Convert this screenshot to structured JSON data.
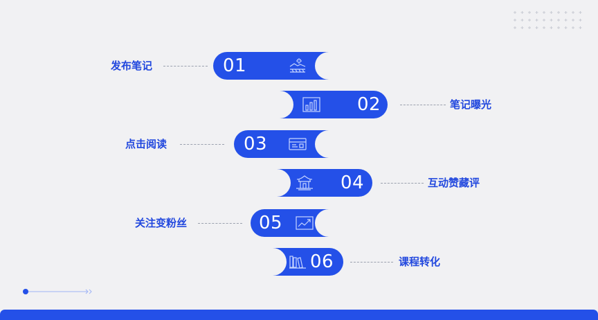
{
  "steps": [
    {
      "num": "01",
      "label": "发布笔记",
      "icon": "landscape-icon"
    },
    {
      "num": "02",
      "label": "笔记曝光",
      "icon": "bar-chart-icon"
    },
    {
      "num": "03",
      "label": "点击阅读",
      "icon": "book-icon"
    },
    {
      "num": "04",
      "label": "互动赞藏评",
      "icon": "pavilion-icon"
    },
    {
      "num": "05",
      "label": "关注变粉丝",
      "icon": "growth-chart-icon"
    },
    {
      "num": "06",
      "label": "课程转化",
      "icon": "books-icon"
    }
  ],
  "colors": {
    "accent": "#2450e8",
    "label": "#2248de",
    "background": "#f1f1f3",
    "dash": "#9aa0ad"
  }
}
